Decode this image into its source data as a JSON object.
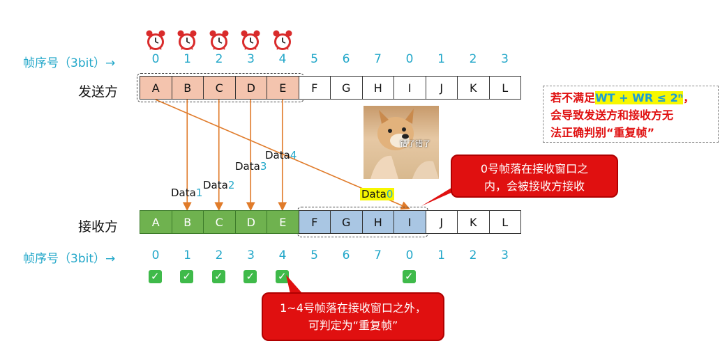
{
  "seq_label": "帧序号（3bit）→",
  "sender_label": "发送方",
  "receiver_label": "接收方",
  "seq_numbers": [
    "0",
    "1",
    "2",
    "3",
    "4",
    "5",
    "6",
    "7",
    "0",
    "1",
    "2",
    "3"
  ],
  "frames": [
    "A",
    "B",
    "C",
    "D",
    "E",
    "F",
    "G",
    "H",
    "I",
    "J",
    "K",
    "L"
  ],
  "timers_count": 5,
  "data_labels": [
    {
      "prefix": "Data",
      "num": "1"
    },
    {
      "prefix": "Data",
      "num": "2"
    },
    {
      "prefix": "Data",
      "num": "3"
    },
    {
      "prefix": "Data",
      "num": "4"
    },
    {
      "prefix": "Data",
      "num": "0"
    }
  ],
  "meme_caption": "错了错了",
  "note": {
    "line1_prefix": "若不满足",
    "formula": "WT + WR ≤ 2ⁿ",
    "line1_suffix": "，",
    "line2": "会导致发送方和接收方无",
    "line3": "法正确判别“重复帧”"
  },
  "callout_top": {
    "line1": "0号帧落在接收窗口之",
    "line2": "内，会被接收方接收"
  },
  "callout_bottom": {
    "line1": "1~4号帧落在接收窗口之外，",
    "line2": "可判定为“重复帧”"
  },
  "check_symbol": "✓",
  "colors": {
    "sent": "#f4c4ae",
    "received": "#6fb24f",
    "window": "#a9c6e3",
    "callout": "#e01010",
    "seq": "#22a7c9",
    "arrow": "#e07b2a"
  }
}
